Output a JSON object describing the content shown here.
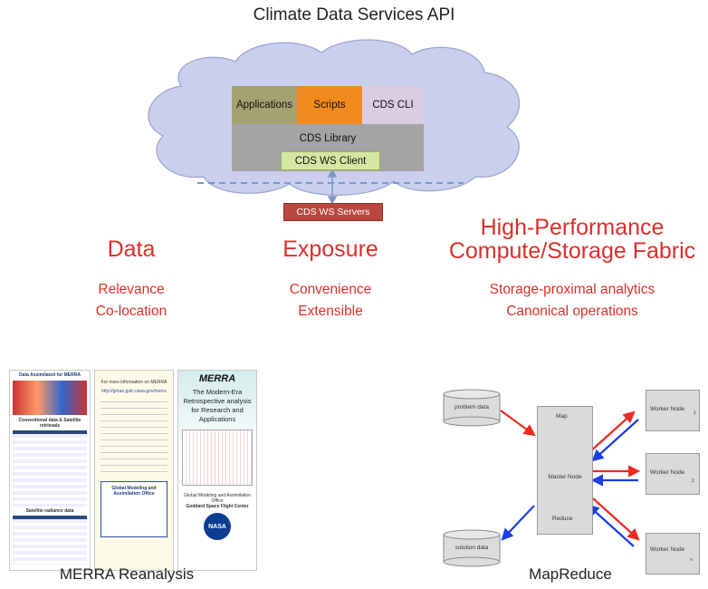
{
  "title": "Climate Data Services API",
  "stack": {
    "applications": "Applications",
    "scripts": "Scripts",
    "cli": "CDS CLI",
    "library": "CDS Library",
    "ws_client": "CDS WS Client",
    "ws_servers": "CDS WS Servers"
  },
  "columns": [
    {
      "heading": "Data",
      "lines": [
        "Relevance",
        "Co-location"
      ]
    },
    {
      "heading": "Exposure",
      "lines": [
        "Convenience",
        "Extensible"
      ]
    },
    {
      "heading_line1": "High-Performance",
      "heading_line2": "Compute/Storage Fabric",
      "lines": [
        "Storage-proximal analytics",
        "Canonical operations"
      ]
    }
  ],
  "merra": {
    "caption": "MERRA Reanalysis",
    "panel1_title": "Data Assimilated for MERRA",
    "panel1_table_title": "Conventional data & Satellite retrievals",
    "panel1_table2_title": "Satellite radiance data",
    "panel2_title": "For more information on MERRA",
    "panel2_url": "http://gmao.gsfc.nasa.gov/merra",
    "panel2_box": "Global Modeling and Assimilation Office",
    "panel3_title": "MERRA",
    "panel3_subtitle": "The Modern-Era Retrospective analysis for Research and Applications",
    "panel3_footer": "Global Modeling and Assimilation Office",
    "panel3_center": "Goddard Space Flight Center",
    "nasa": "NASA"
  },
  "mapreduce": {
    "caption": "MapReduce",
    "problem_data": "problem data",
    "solution_data": "solution data",
    "map": "Map",
    "master_node": "Master Node",
    "reduce": "Reduce",
    "worker1": "Worker Node",
    "worker1_sub": "1",
    "worker2": "Worker Node",
    "worker2_sub": "2",
    "worker3": "Worker Node",
    "worker3_sub": "n"
  },
  "colors": {
    "red_text": "#d9302c",
    "cloud": "#c9cfec",
    "applications": "#a6a170",
    "scripts": "#f28a1e",
    "cli": "#d9cce3",
    "library": "#a4a4a4",
    "ws_client": "#d7e6a3",
    "ws_servers": "#b9473f",
    "arrow_red": "#ee2a24",
    "arrow_blue": "#1b3ee8"
  }
}
